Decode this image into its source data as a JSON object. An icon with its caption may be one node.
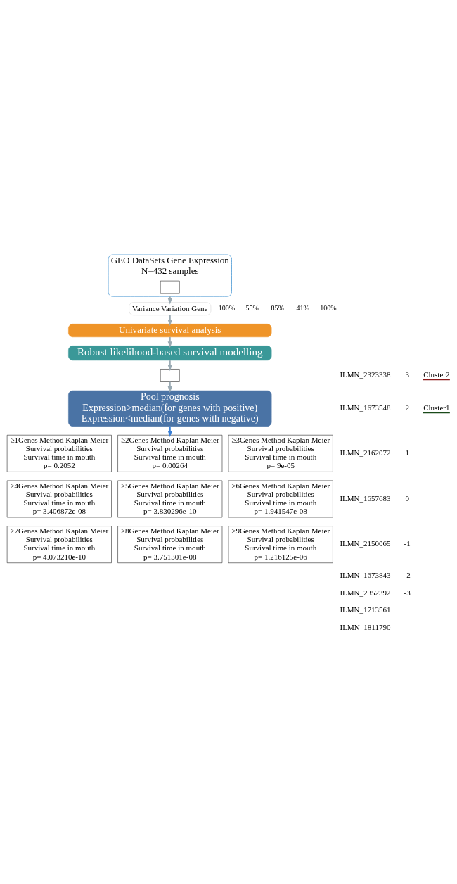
{
  "diagram": {
    "nodes": [
      {
        "text": [
          "GEO DataSets Gene Expression",
          "N=432 samples"
        ]
      },
      {
        "text": [],
        "shape": "box",
        "in": 0
      },
      {
        "text": [
          "Variance Variation Gene"
        ]
      },
      {
        "text": [
          "Univariate survival analysis"
        ]
      },
      {
        "text": [
          "Robust likelihood-based survival modelling"
        ]
      },
      {
        "text": [],
        "shape": "box"
      },
      {
        "text": [
          "Pool prognosis",
          "Expression>median(for genes with positive)",
          "Expression<median(for genes with negative)"
        ]
      },
      {
        "text": [
          "≥1Genes Method Kaplan Meier",
          "Survival probabilities",
          "Survival time in mouth",
          "p= 0.2052"
        ]
      },
      {
        "text": [
          "≥2Genes Method Kaplan Meier",
          "Survival probabilities",
          "Survival time in mouth",
          "p= 0.00264"
        ]
      },
      {
        "text": [
          "≥3Genes Method Kaplan Meier",
          "Survival probabilities",
          "Survival time in mouth",
          "p= 9e-05"
        ]
      },
      {
        "text": [
          "≥4Genes Method Kaplan Meier",
          "Survival probabilities",
          "Survival time in mouth",
          "p= 3.406872e-08"
        ]
      },
      {
        "text": [
          "≥5Genes Method Kaplan Meier",
          "Survival probabilities",
          "Survival time in mouth",
          "p= 3.830296e-10"
        ]
      },
      {
        "text": [
          "≥6Genes Method Kaplan Meier",
          "Survival probabilities",
          "Survival time in mouth",
          "p= 1.941547e-08"
        ]
      },
      {
        "text": [
          "≥7Genes Method Kaplan Meier",
          "Survival probabilities",
          "Survival time in mouth",
          "p= 4.073210e-10"
        ]
      },
      {
        "text": [
          "≥8Genes Method Kaplan Meier",
          "Survival probabilities",
          "Survival time in mouth",
          "p= 3.751301e-08"
        ]
      },
      {
        "text": [
          "≥9Genes Method Kaplan Meier",
          "Survival probabilities",
          "Survival time in mouth",
          "p= 1.216125e-06"
        ]
      }
    ],
    "edges": [
      {
        "from": 0,
        "to": 2,
        "arrow": "to"
      },
      {
        "from": 2,
        "to": 3,
        "arrow": "to"
      },
      {
        "from": 3,
        "to": 4,
        "arrow": "to"
      },
      {
        "from": 4,
        "to": 5,
        "arrow": "to"
      },
      {
        "from": 5,
        "to": 6,
        "arrow": "to"
      },
      {
        "from": 6,
        "to": 8,
        "arrow": "to",
        "color": "#3a7fd5"
      }
    ],
    "labels": [
      "100%",
      "55%",
      "85%",
      "41%",
      "100%",
      "ILMN_2323338",
      "ILMN_1673548",
      "ILMN_2162072",
      "ILMN_1657683",
      "ILMN_2150065",
      "ILMN_1673843",
      "ILMN_2352392",
      "ILMN_1713561",
      "ILMN_1811790",
      "3",
      "2",
      "1",
      "0",
      "-1",
      "-2",
      "-3"
    ],
    "legend": [
      {
        "text": "Cluster2"
      },
      {
        "text": "Cluster1"
      }
    ]
  }
}
